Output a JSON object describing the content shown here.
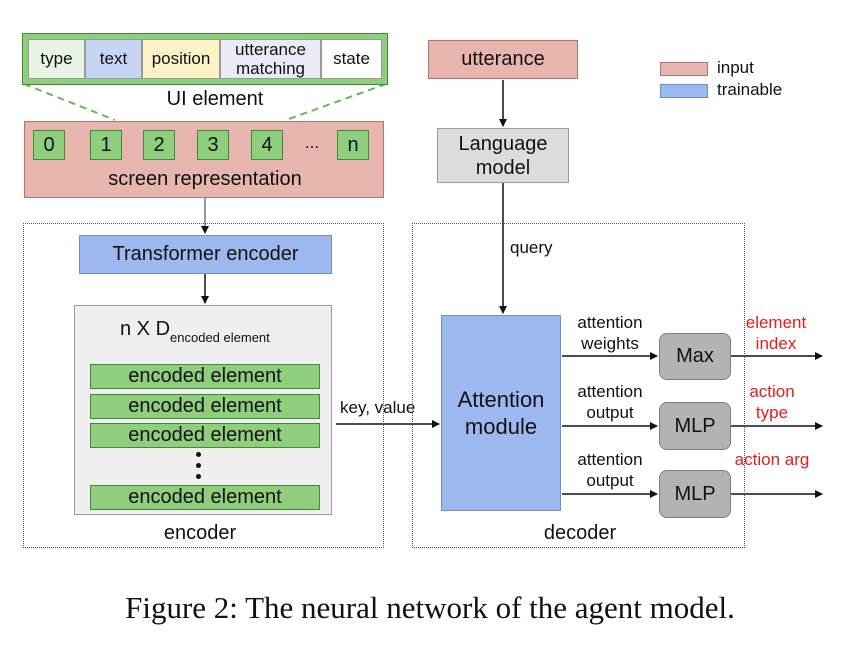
{
  "ui_element": {
    "fields": [
      "type",
      "text",
      "position",
      "utterance matching",
      "state"
    ],
    "label": "UI element"
  },
  "screen": {
    "cells": [
      "0",
      "1",
      "2",
      "3",
      "4",
      "...",
      "n"
    ],
    "label": "screen representation"
  },
  "encoder": {
    "transformer": "Transformer encoder",
    "matrix_label": "n X D",
    "matrix_subscript": "encoded element",
    "rows": [
      "encoded element",
      "encoded element",
      "encoded element",
      "encoded element"
    ],
    "label": "encoder"
  },
  "utterance": "utterance",
  "language_model": "Language model",
  "query": "query",
  "key_value": "key, value",
  "decoder": {
    "attention": "Attention module",
    "attention_weights": "attention weights",
    "attention_output_1": "attention output",
    "attention_output_2": "attention output",
    "max": "Max",
    "mlp_1": "MLP",
    "mlp_2": "MLP",
    "label": "decoder"
  },
  "outputs": {
    "element_index": "element index",
    "action_type": "action type",
    "action_arg": "action arg"
  },
  "legend": {
    "input": "input",
    "trainable": "trainable"
  },
  "colors": {
    "input": "#e6b5ae",
    "trainable": "#9cb8ee",
    "encoded": "#8fce7c",
    "output_text": "#e41d1d"
  },
  "caption": "Figure 2: The neural network of the agent model."
}
